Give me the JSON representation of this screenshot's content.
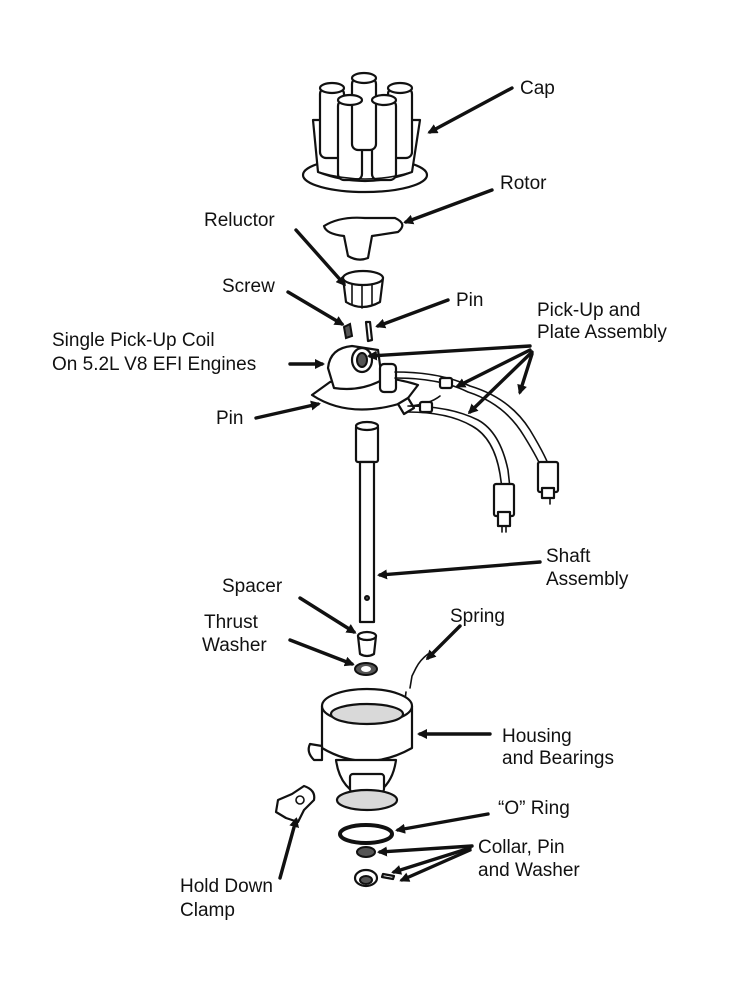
{
  "diagram": {
    "labels": {
      "cap": "Cap",
      "rotor": "Rotor",
      "reluctor": "Reluctor",
      "screw": "Screw",
      "pin_top": "Pin",
      "pickup_plate_1": "Pick-Up and",
      "pickup_plate_2": "Plate Assembly",
      "single_coil_1": "Single Pick-Up Coil",
      "single_coil_2": "On 5.2L V8 EFI Engines",
      "pin_left": "Pin",
      "shaft_1": "Shaft",
      "shaft_2": "Assembly",
      "spacer": "Spacer",
      "thrust_1": "Thrust",
      "thrust_2": "Washer",
      "spring": "Spring",
      "housing_1": "Housing",
      "housing_2": "and Bearings",
      "oring": "“O” Ring",
      "collar_1": "Collar, Pin",
      "collar_2": "and Washer",
      "hold_1": "Hold Down",
      "hold_2": "Clamp"
    }
  }
}
